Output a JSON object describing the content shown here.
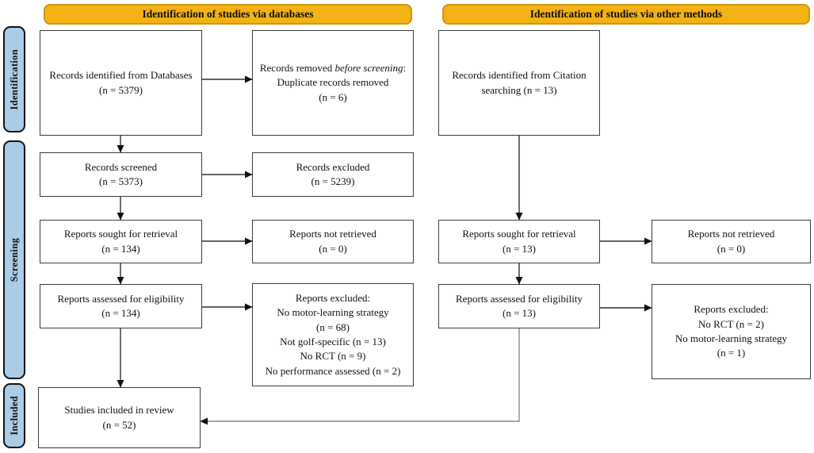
{
  "headers": {
    "databases": "Identification of studies via databases",
    "other_methods": "Identification of studies via other methods"
  },
  "stages": {
    "identification": "Identification",
    "screening": "Screening",
    "included": "Included"
  },
  "boxes": {
    "db_identified": {
      "line1": "Records identified from Databases",
      "line2": "(n = 5379)"
    },
    "db_removed": {
      "prefix": "Records removed ",
      "emphasis": "before screening",
      "suffix": ":",
      "line2": "Duplicate records removed",
      "line3": "(n = 6)"
    },
    "db_screened": {
      "line1": "Records screened",
      "line2": "(n = 5373)"
    },
    "db_excluded": {
      "line1": "Records excluded",
      "line2": "(n = 5239)"
    },
    "db_sought": {
      "line1": "Reports sought for retrieval",
      "line2": "(n = 134)"
    },
    "db_not_retrieved": {
      "line1": "Reports not retrieved",
      "line2": "(n = 0)"
    },
    "db_assessed": {
      "line1": "Reports assessed for eligibility",
      "line2": "(n = 134)"
    },
    "db_excluded_reports": {
      "title": "Reports excluded:",
      "lines": [
        "No motor-learning strategy",
        "(n = 68)",
        "Not golf-specific (n = 13)",
        "No RCT (n = 9)",
        "No performance assessed (n = 2)"
      ]
    },
    "included_review": {
      "line1": "Studies included in review",
      "line2": "(n = 52)"
    },
    "cit_identified": {
      "line1": "Records identified from Citation",
      "line2": "searching (n = 13)"
    },
    "cit_sought": {
      "line1": "Reports sought for retrieval",
      "line2": "(n = 13)"
    },
    "cit_not_retrieved": {
      "line1": "Reports not retrieved",
      "line2": "(n = 0)"
    },
    "cit_assessed": {
      "line1": "Reports assessed for eligibility",
      "line2": "(n = 13)"
    },
    "cit_excluded_reports": {
      "title": "Reports excluded:",
      "lines": [
        "No RCT (n = 2)",
        "No motor-learning strategy",
        "(n = 1)"
      ]
    }
  },
  "colors": {
    "header_fill": "#F3B214",
    "header_border": "#D2950E",
    "stage_fill": "#A9CCE9",
    "stage_border": "#121212",
    "box_border": "#3b3b3b",
    "line": "#2f2f2f",
    "connector": "#8a8a8a"
  }
}
